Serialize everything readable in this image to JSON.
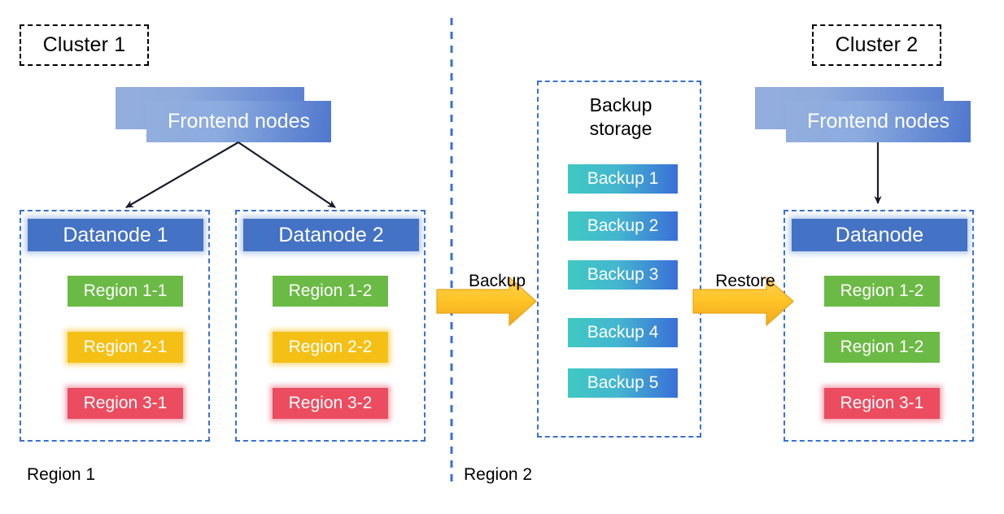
{
  "diagram": {
    "title_chips": [
      {
        "label": "Cluster 1"
      },
      {
        "label": "Cluster 2"
      }
    ],
    "left_cluster": {
      "frontend_label": "Frontend nodes",
      "datanodes": [
        {
          "header": "Datanode 1",
          "regions": [
            {
              "label": "Region 1-1",
              "color": "#6bba45"
            },
            {
              "label": "Region 2-1",
              "color": "#f5c016"
            },
            {
              "label": "Region 3-1",
              "color": "#ec4c60"
            }
          ]
        },
        {
          "header": "Datanode 2",
          "regions": [
            {
              "label": "Region 1-2",
              "color": "#6bba45"
            },
            {
              "label": "Region 2-2",
              "color": "#f5c016"
            },
            {
              "label": "Region 3-2",
              "color": "#ec4c60"
            }
          ]
        }
      ]
    },
    "backup_storage": {
      "title_line1": "Backup",
      "title_line2": "storage",
      "items": [
        {
          "label": "Backup 1"
        },
        {
          "label": "Backup 2"
        },
        {
          "label": "Backup 3"
        },
        {
          "label": "Backup 4"
        },
        {
          "label": "Backup 5"
        }
      ]
    },
    "right_cluster": {
      "frontend_label": "Frontend nodes",
      "datanode": {
        "header": "Datanode",
        "regions": [
          {
            "label": "Region 1-2",
            "color": "#6bba45"
          },
          {
            "label": "Region 1-2",
            "color": "#6bba45"
          },
          {
            "label": "Region 3-1",
            "color": "#ec4c60"
          }
        ]
      }
    },
    "flows": [
      {
        "label": "Backup"
      },
      {
        "label": "Restore"
      }
    ],
    "region_labels": [
      {
        "label": "Region 1"
      },
      {
        "label": "Region 2"
      }
    ],
    "colors": {
      "dashed_divider": "#3b6fd4",
      "dashed_container": "#3b6fd4",
      "chip_border": "#000000",
      "datanode_header": "#4472c4",
      "frontend_gradient_start": "#93aede",
      "frontend_gradient_end": "#4f77cd",
      "backup_gradient_start": "#3fc9c3",
      "backup_gradient_end": "#3a6fd8",
      "flow_arrow_fill": "#ffc425",
      "connector_stroke": "#1a1a2e"
    }
  }
}
